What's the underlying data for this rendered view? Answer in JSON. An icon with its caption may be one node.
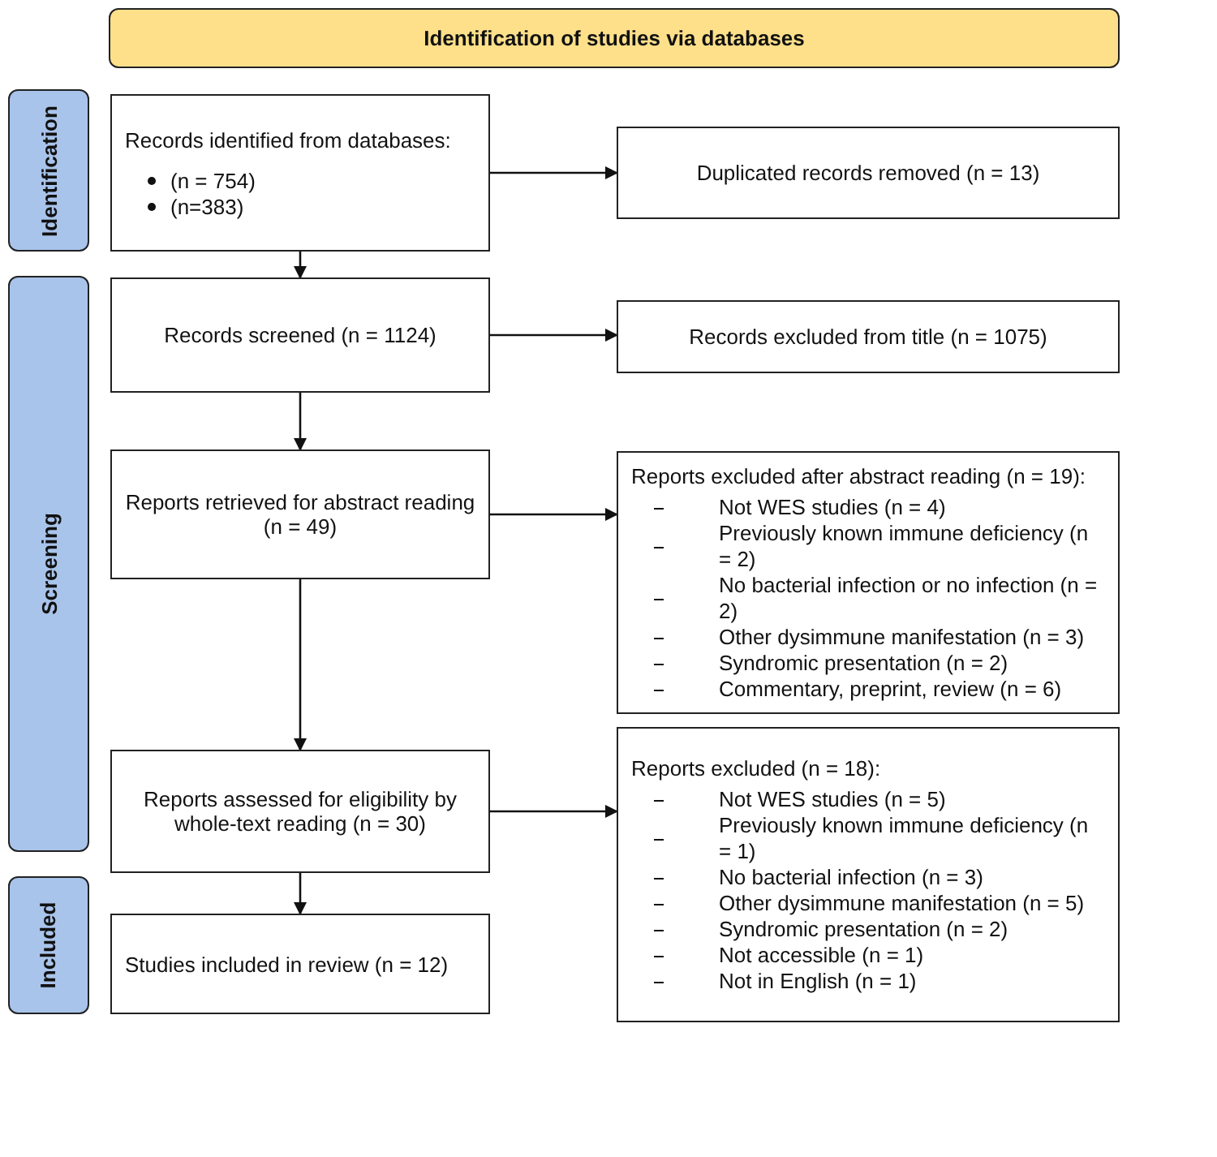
{
  "diagram": {
    "nodes": [
      {
        "text": [
          "Identification of studies via databases"
        ]
      },
      {
        "text": [
          "Identification"
        ]
      },
      {
        "text": [
          "Screening"
        ]
      },
      {
        "text": [
          "Included"
        ]
      },
      {
        "text": [
          "Records identified from databases:",
          "(n = 754)",
          "(n=383)"
        ]
      },
      {
        "text": [
          "Duplicated records removed (n = 13)"
        ]
      },
      {
        "text": [
          "Records screened (n = 1124)"
        ]
      },
      {
        "text": [
          "Records excluded from title (n = 1075)"
        ]
      },
      {
        "text": [
          "Reports retrieved for abstract reading (n = 49)"
        ]
      },
      {
        "text": [
          "Reports excluded after abstract reading (n = 19):",
          "Not WES studies (n = 4)",
          "Previously known immune deficiency (n = 2)",
          "No bacterial infection or no infection (n = 2)",
          "Other dysimmune manifestation (n = 3)",
          "Syndromic presentation (n = 2)",
          "Commentary, preprint, review (n = 6)"
        ]
      },
      {
        "text": [
          "Reports assessed for eligibility by whole-text reading (n = 30)"
        ]
      },
      {
        "text": [
          "Reports excluded (n = 18):",
          "Not WES studies (n = 5)",
          "Previously known immune deficiency (n = 1)",
          "No bacterial infection (n = 3)",
          "Other dysimmune manifestation (n = 5)",
          "Syndromic presentation (n = 2)",
          "Not accessible (n = 1)",
          "Not in English (n = 1)"
        ]
      },
      {
        "text": [
          "Studies included in review (n = 12)"
        ]
      }
    ],
    "edges": [
      {
        "from": 4,
        "to": 5,
        "arrow": "to"
      },
      {
        "from": 4,
        "to": 6,
        "arrow": "to"
      },
      {
        "from": 6,
        "to": 7,
        "arrow": "to"
      },
      {
        "from": 6,
        "to": 8,
        "arrow": "to"
      },
      {
        "from": 8,
        "to": 9,
        "arrow": "to"
      },
      {
        "from": 8,
        "to": 10,
        "arrow": "to"
      },
      {
        "from": 10,
        "to": 11,
        "arrow": "to"
      },
      {
        "from": 10,
        "to": 12,
        "arrow": "to"
      }
    ]
  }
}
